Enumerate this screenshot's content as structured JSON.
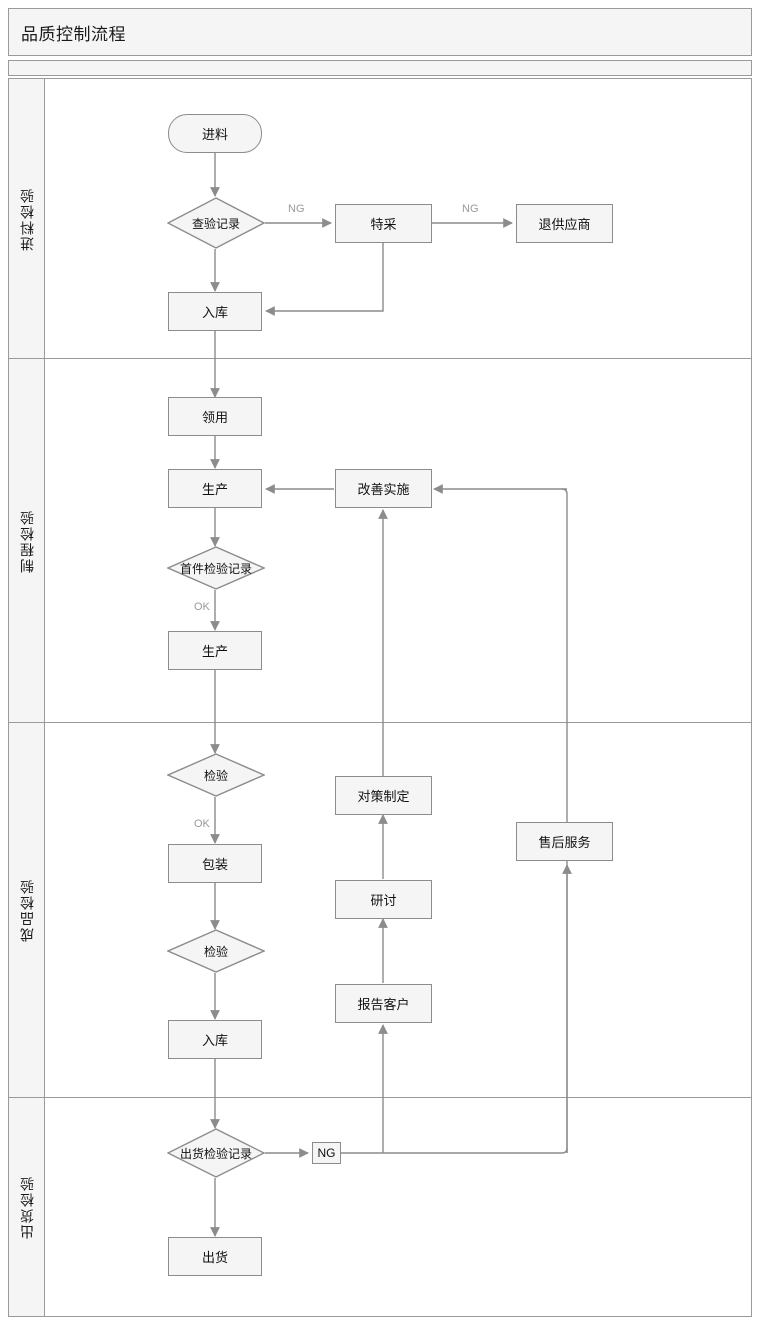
{
  "diagram": {
    "title": "品质控制流程",
    "type": "swimlane-flowchart",
    "accent_color": "#8c8c8c",
    "node_fill": "#f5f5f5",
    "lane_header_fill": "#f5f5f5",
    "edge_label_color": "#9a9a9a"
  },
  "lanes": [
    {
      "id": "lane-incoming",
      "label": "进料检验"
    },
    {
      "id": "lane-inprocess",
      "label": "制程检验"
    },
    {
      "id": "lane-finished",
      "label": "成品检验"
    },
    {
      "id": "lane-outgoing",
      "label": "出货检验"
    }
  ],
  "nodes": [
    {
      "id": "n-jinliao",
      "label": "进料",
      "shape": "terminator",
      "lane": "lane-incoming"
    },
    {
      "id": "n-chayanjilu",
      "label": "查验记录",
      "shape": "decision",
      "lane": "lane-incoming"
    },
    {
      "id": "n-tecai",
      "label": "特采",
      "shape": "process",
      "lane": "lane-incoming"
    },
    {
      "id": "n-tuigongyingshang",
      "label": "退供应商",
      "shape": "process",
      "lane": "lane-incoming"
    },
    {
      "id": "n-ruku1",
      "label": "入库",
      "shape": "process",
      "lane": "lane-incoming"
    },
    {
      "id": "n-lingyong",
      "label": "领用",
      "shape": "process",
      "lane": "lane-inprocess"
    },
    {
      "id": "n-shengchan1",
      "label": "生产",
      "shape": "process",
      "lane": "lane-inprocess"
    },
    {
      "id": "n-gaishanshishi",
      "label": "改善实施",
      "shape": "process",
      "lane": "lane-inprocess"
    },
    {
      "id": "n-shoujianjilu",
      "label": "首件检验记录",
      "shape": "decision",
      "lane": "lane-inprocess"
    },
    {
      "id": "n-shengchan2",
      "label": "生产",
      "shape": "process",
      "lane": "lane-inprocess"
    },
    {
      "id": "n-jianyan1",
      "label": "检验",
      "shape": "decision",
      "lane": "lane-finished"
    },
    {
      "id": "n-duicezhiding",
      "label": "对策制定",
      "shape": "process",
      "lane": "lane-finished"
    },
    {
      "id": "n-shouhoufuwu",
      "label": "售后服务",
      "shape": "process",
      "lane": "lane-finished"
    },
    {
      "id": "n-baozhuang",
      "label": "包装",
      "shape": "process",
      "lane": "lane-finished"
    },
    {
      "id": "n-yantao",
      "label": "研讨",
      "shape": "process",
      "lane": "lane-finished"
    },
    {
      "id": "n-jianyan2",
      "label": "检验",
      "shape": "decision",
      "lane": "lane-finished"
    },
    {
      "id": "n-baogaokehu",
      "label": "报告客户",
      "shape": "process",
      "lane": "lane-finished"
    },
    {
      "id": "n-ruku2",
      "label": "入库",
      "shape": "process",
      "lane": "lane-finished"
    },
    {
      "id": "n-chuhuojianyan",
      "label": "出货检验记录",
      "shape": "decision",
      "lane": "lane-outgoing"
    },
    {
      "id": "n-ng-box",
      "label": "NG",
      "shape": "tiny",
      "lane": "lane-outgoing"
    },
    {
      "id": "n-chuhuo",
      "label": "出货",
      "shape": "process",
      "lane": "lane-outgoing"
    }
  ],
  "edge_labels": [
    {
      "id": "el-ng-1",
      "text": "NG"
    },
    {
      "id": "el-ng-2",
      "text": "NG"
    },
    {
      "id": "el-ok-1",
      "text": "OK"
    },
    {
      "id": "el-ok-2",
      "text": "OK"
    }
  ]
}
